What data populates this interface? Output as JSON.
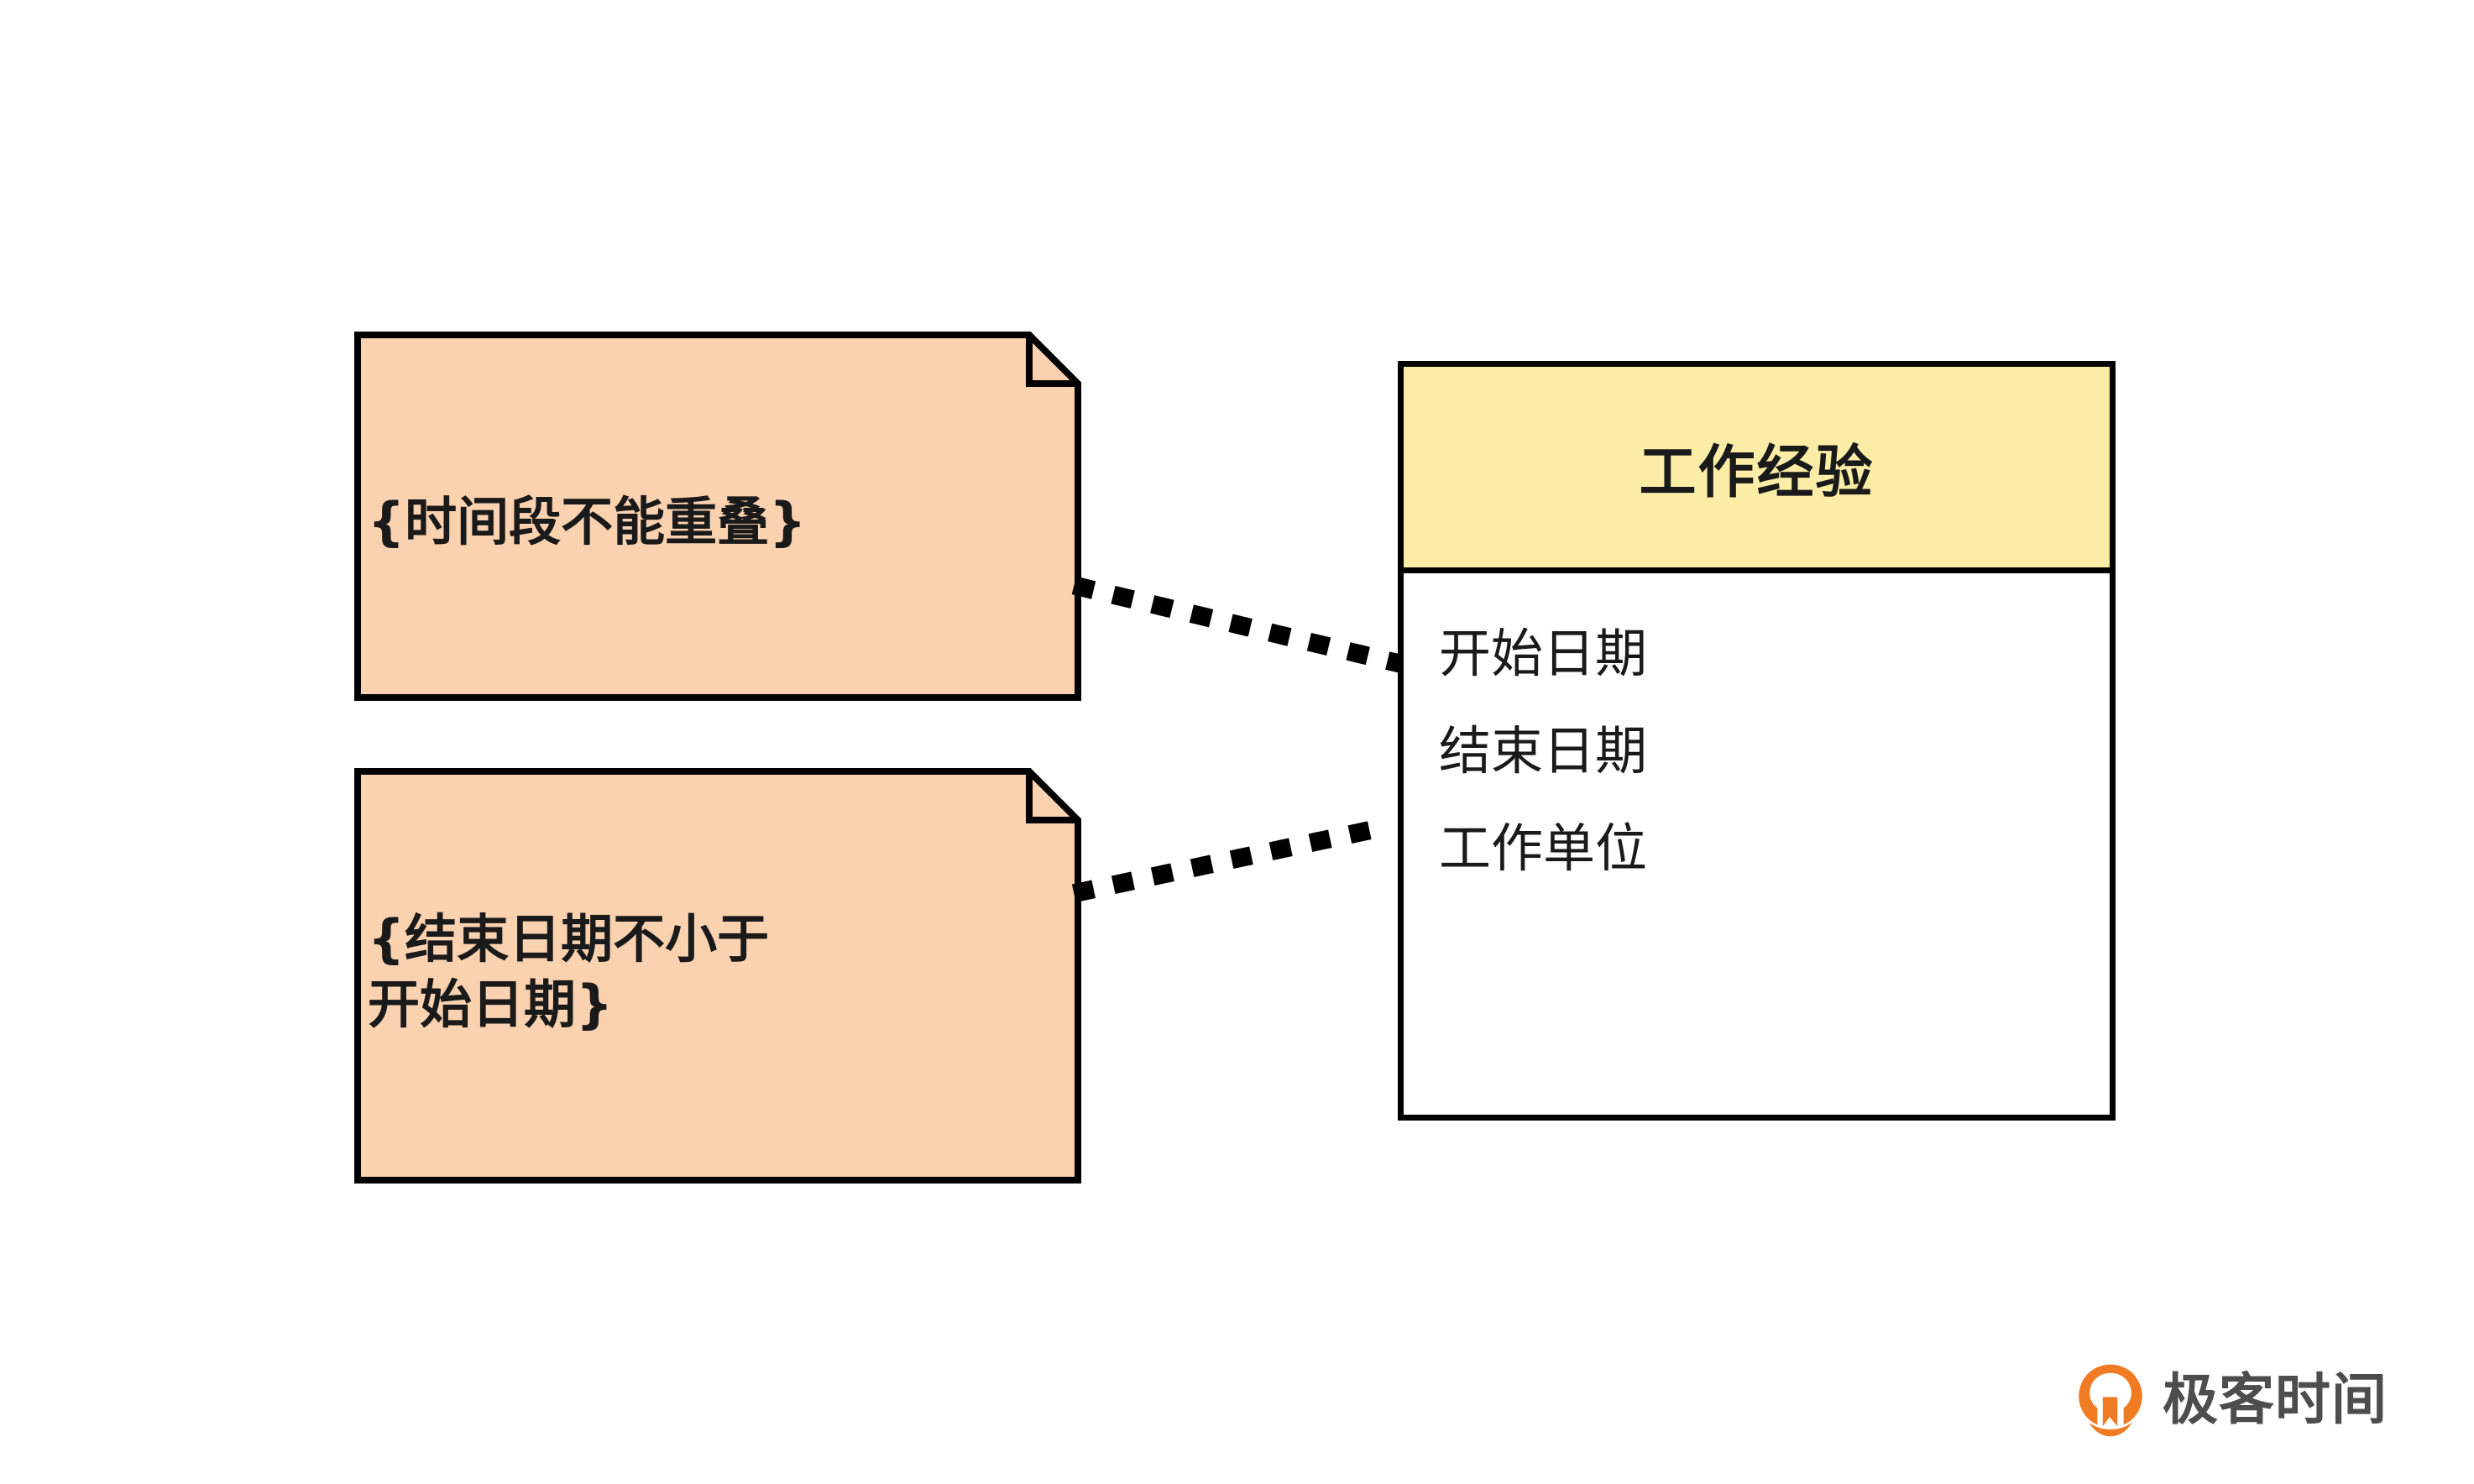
{
  "diagram": {
    "type": "uml-class-with-constraints",
    "background_color": "#ffffff",
    "stroke_color": "#000000",
    "note_fill": "#FBD2B0",
    "class_header_fill": "#FCEDA6",
    "class_body_fill": "#ffffff"
  },
  "notes": [
    {
      "id": "note-1",
      "text": "{时间段不能重叠}",
      "lines": [
        "{时间段不能重叠}"
      ]
    },
    {
      "id": "note-2",
      "text": "{结束日期不小于开始日期}",
      "lines": [
        "{结束日期不小于",
        "开始日期}"
      ]
    }
  ],
  "class_box": {
    "title": "工作经验",
    "attributes": [
      {
        "name": "开始日期"
      },
      {
        "name": "结束日期"
      },
      {
        "name": "工作单位"
      }
    ]
  },
  "connectors": [
    {
      "id": "connector-note1-start-date",
      "from": "note-1",
      "to": "开始日期",
      "style": "dotted"
    },
    {
      "id": "connector-note2-end-date",
      "from": "note-2",
      "to": "结束日期",
      "style": "dotted"
    }
  ],
  "watermark": {
    "brand": "极客时间",
    "logo_color": "#F07B22",
    "text_color": "#4d4d4d",
    "icon": "geektime-logo-icon"
  }
}
